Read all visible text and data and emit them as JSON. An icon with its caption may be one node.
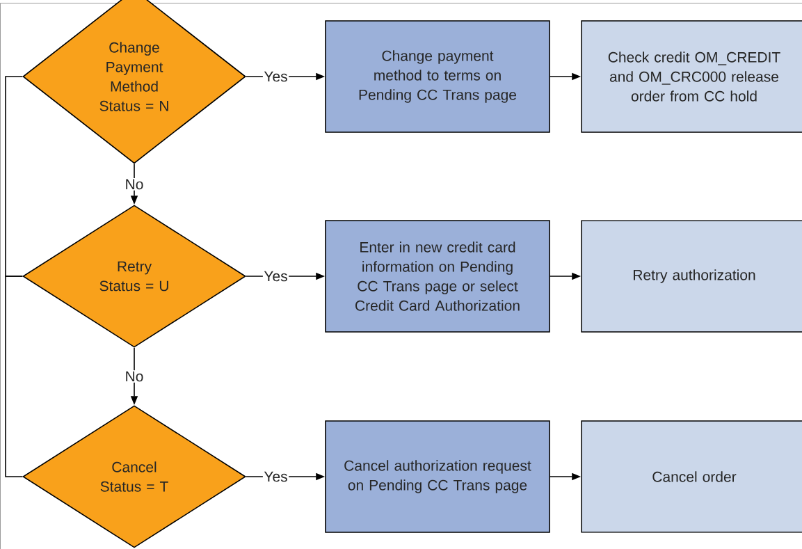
{
  "diagram": {
    "nodes": [
      {
        "text": [
          "Change Payment Method Status = N"
        ]
      },
      {
        "text": [
          "Change payment method to terms on Pending CC Trans page"
        ]
      },
      {
        "text": [
          "Check credit OM_CREDIT and OM_CRC000 release order from CC hold"
        ]
      },
      {
        "text": [
          "Retry Status = U"
        ]
      },
      {
        "text": [
          "Enter in new credit card information on Pending CC Trans page or select Credit Card Authorization"
        ]
      },
      {
        "text": [
          "Retry authorization"
        ]
      },
      {
        "text": [
          "Cancel Status = T"
        ]
      },
      {
        "text": [
          "Cancel authorization request on Pending CC Trans page"
        ]
      },
      {
        "text": [
          "Cancel order"
        ]
      }
    ],
    "edges": [
      {
        "from": 0,
        "to": 1,
        "arrow": "to",
        "label": "Yes"
      },
      {
        "from": 1,
        "to": 2,
        "arrow": "to"
      },
      {
        "from": 0,
        "to": 3,
        "arrow": "to",
        "label": "No"
      },
      {
        "from": 3,
        "to": 4,
        "arrow": "to",
        "label": "Yes"
      },
      {
        "from": 4,
        "to": 5,
        "arrow": "to"
      },
      {
        "from": 3,
        "to": 6,
        "arrow": "to",
        "label": "No"
      },
      {
        "from": 6,
        "to": 7,
        "arrow": "to",
        "label": "Yes"
      },
      {
        "from": 7,
        "to": 8,
        "arrow": "to"
      },
      {
        "from": 0,
        "to": 3,
        "arrow": "none"
      },
      {
        "from": 3,
        "to": 6,
        "arrow": "none"
      }
    ]
  }
}
